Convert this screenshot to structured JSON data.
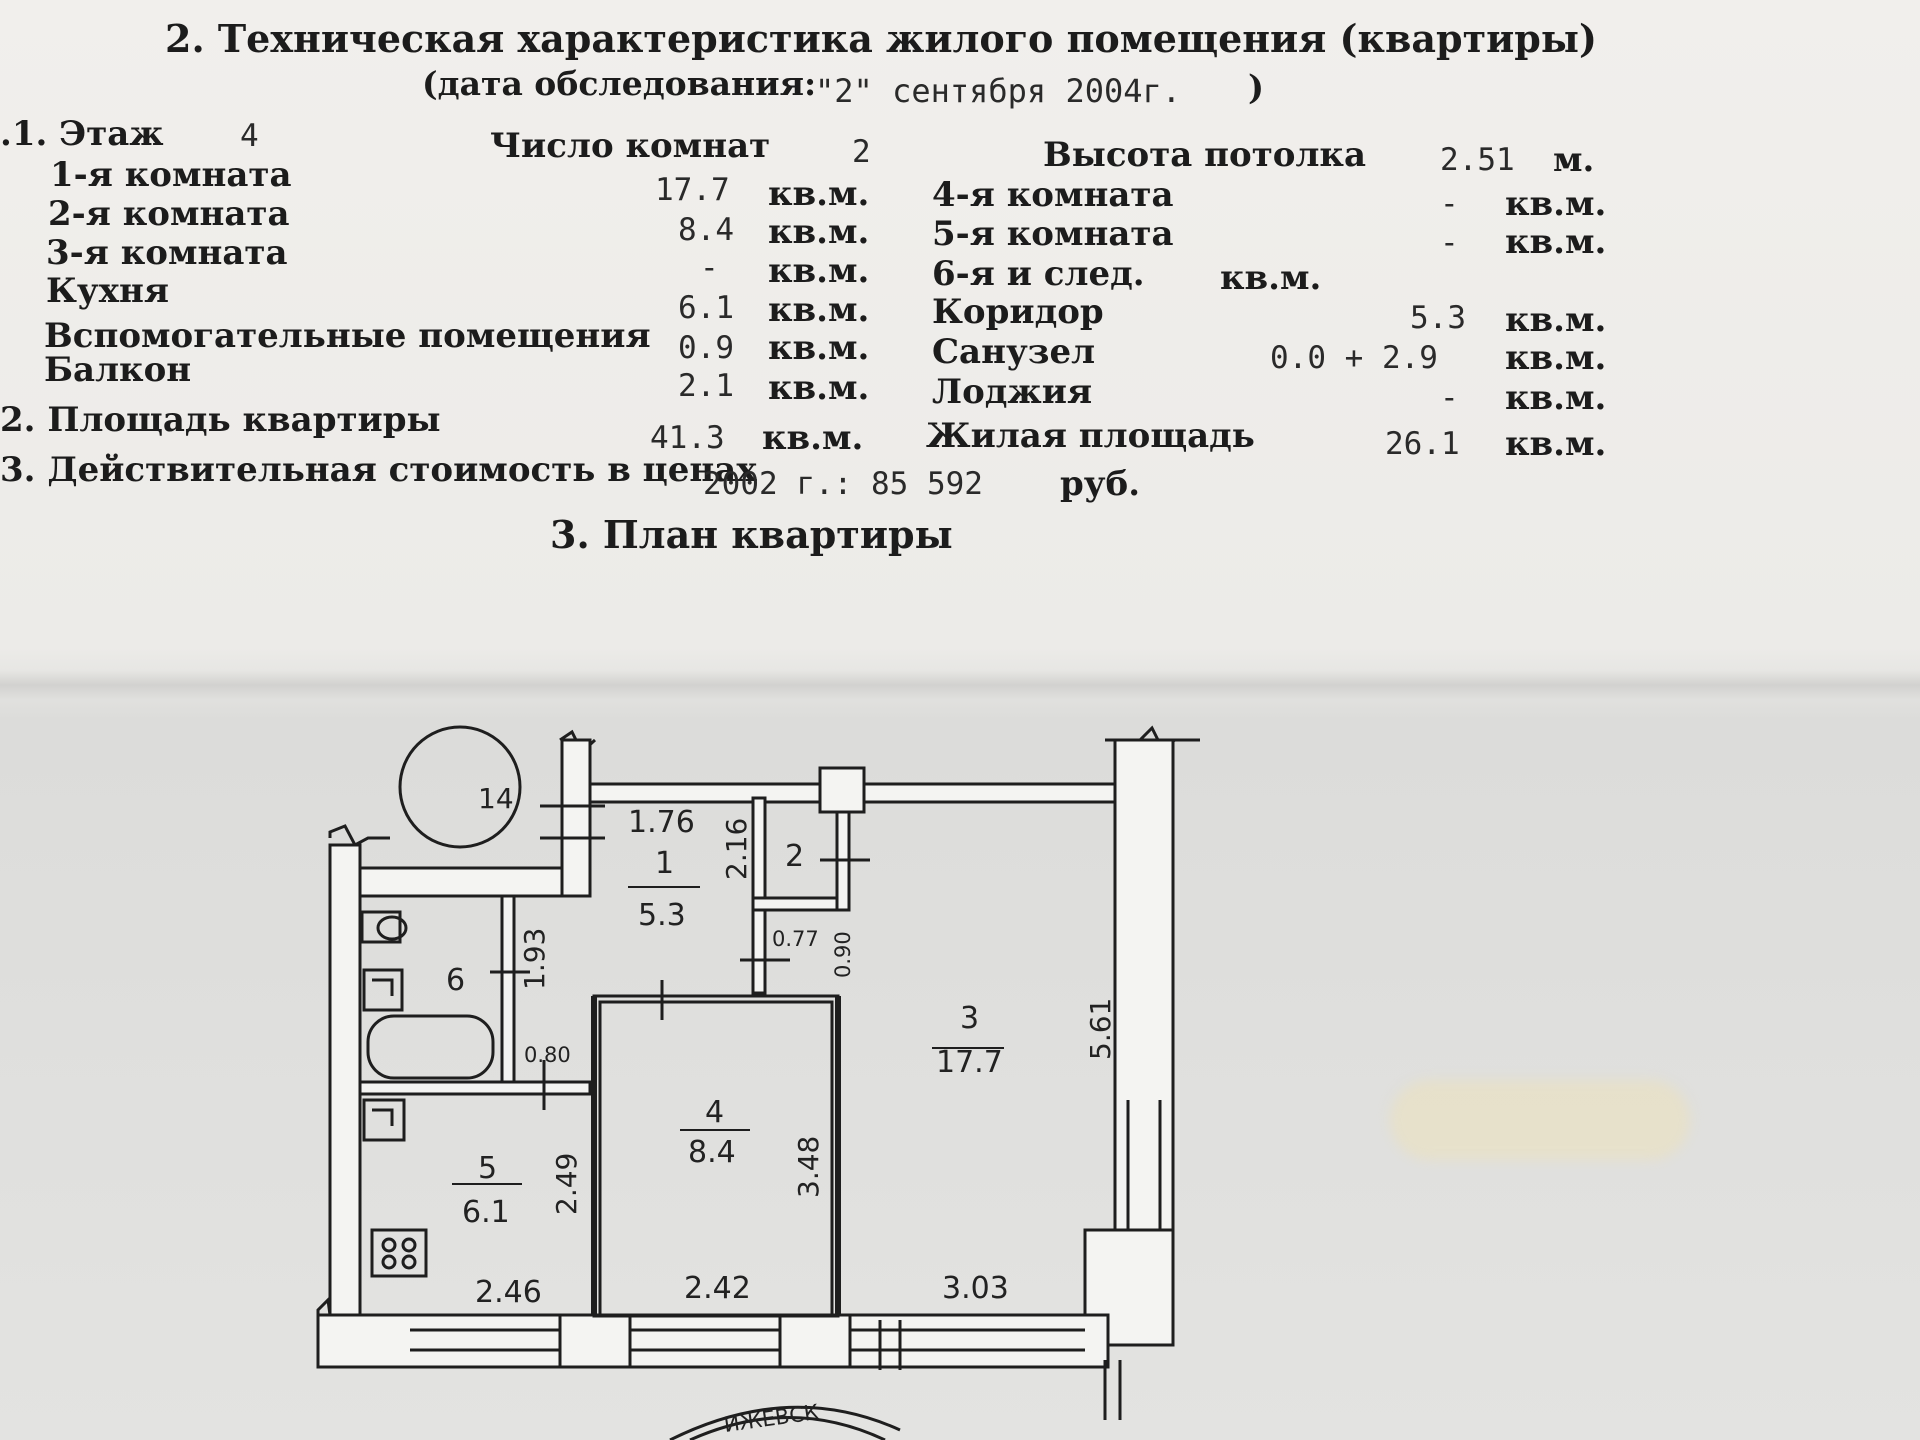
{
  "header": {
    "title": "2. Техническая характеристика жилого помещения (квартиры)",
    "date_prefix": "(дата обследования:",
    "date_value": "\"2\" сентября 2004г.",
    "date_suffix": ")"
  },
  "floor": {
    "label": ".1. Этаж",
    "value": "4"
  },
  "rooms_count": {
    "label": "Число комнат",
    "value": "2"
  },
  "ceiling": {
    "label": "Высота потолка",
    "value": "2.51",
    "unit": "м."
  },
  "left_rows": [
    {
      "label": "1-я комната",
      "value": "17.7",
      "unit": "кв.м."
    },
    {
      "label": "2-я комната",
      "value": "8.4",
      "unit": "кв.м."
    },
    {
      "label": "3-я комната",
      "value": "-",
      "unit": "кв.м."
    },
    {
      "label": "Кухня",
      "value": "6.1",
      "unit": "кв.м."
    },
    {
      "label": "Вспомогательные помещения",
      "value": "0.9",
      "unit": "кв.м."
    },
    {
      "label": "Балкон",
      "value": "2.1",
      "unit": "кв.м."
    }
  ],
  "right_rows": [
    {
      "label": "4-я комната",
      "value": "-",
      "unit": "кв.м."
    },
    {
      "label": "5-я комната",
      "value": "-",
      "unit": "кв.м."
    },
    {
      "label": "6-я и след.",
      "value": "",
      "unit": "кв.м."
    },
    {
      "label": "Коридор",
      "value": "5.3",
      "unit": "кв.м."
    },
    {
      "label": "Санузел",
      "value": "0.0 + 2.9",
      "unit": "кв.м."
    },
    {
      "label": "Лоджия",
      "value": "-",
      "unit": "кв.м."
    }
  ],
  "apartment_area": {
    "label": "2. Площадь квартиры",
    "value": "41.3",
    "unit": "кв.м."
  },
  "living_area": {
    "label": "Жилая площадь",
    "value": "26.1",
    "unit": "кв.м."
  },
  "cost": {
    "label": "3. Действительная стоимость в ценах",
    "value": "2002 г.: 85 592",
    "unit": "руб."
  },
  "plan": {
    "title": "3. План квартиры",
    "apartment_number": "14",
    "rooms": [
      {
        "id": "1",
        "area": "5.3"
      },
      {
        "id": "2",
        "area": ""
      },
      {
        "id": "3",
        "area": "17.7"
      },
      {
        "id": "4",
        "area": "8.4"
      },
      {
        "id": "5",
        "area": "6.1"
      },
      {
        "id": "6",
        "area": ""
      }
    ],
    "dimensions": [
      "1.76",
      "2.16",
      "0.77",
      "0.90",
      "1.93",
      "0.80",
      "5.61",
      "3.48",
      "2.49",
      "2.46",
      "2.42",
      "3.03"
    ],
    "stamp_text": "ИЖЕВСК"
  }
}
